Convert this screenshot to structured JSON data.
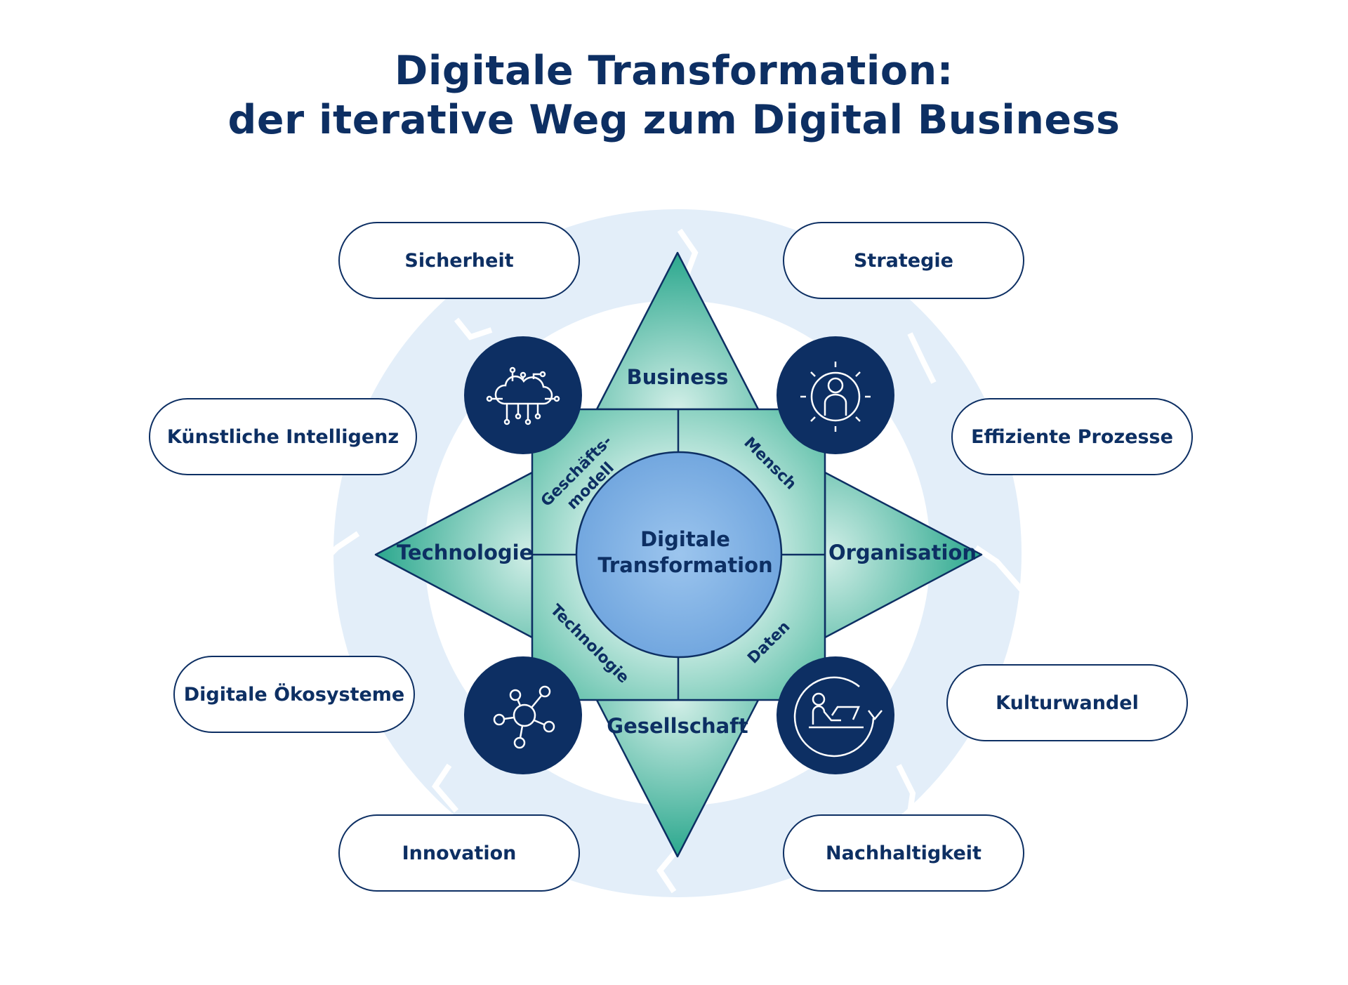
{
  "title": {
    "line1": "Digitale Transformation:",
    "line2": "der iterative Weg zum Digital Business"
  },
  "center": {
    "line1": "Digitale",
    "line2": "Transformation"
  },
  "star_points": {
    "top": "Business",
    "left": "Technologie",
    "right": "Organisation",
    "bottom": "Gesellschaft"
  },
  "square_segments": {
    "top_left": "Geschäfts-\nmodell",
    "top_right": "Mensch",
    "bottom_left": "Technologie",
    "bottom_right": "Daten"
  },
  "pills": {
    "sicherheit": "Sicherheit",
    "strategie": "Strategie",
    "ki": "Künstliche Intelligenz",
    "prozesse": "Effiziente Prozesse",
    "oekosysteme": "Digitale Ökosysteme",
    "kulturwandel": "Kulturwandel",
    "innovation": "Innovation",
    "nachhaltigkeit": "Nachhaltigkeit"
  },
  "icons": {
    "top_left": "cloud-network-icon",
    "top_right": "person-idea-icon",
    "bottom_left": "network-hub-icon",
    "bottom_right": "remote-work-cycle-icon"
  },
  "colors": {
    "navy": "#0d2f63",
    "teal": "#2aa78d",
    "mint": "#bfe6dc",
    "light_blue_ring": "#e3eef9",
    "center_blue": "#7fb0e3"
  }
}
